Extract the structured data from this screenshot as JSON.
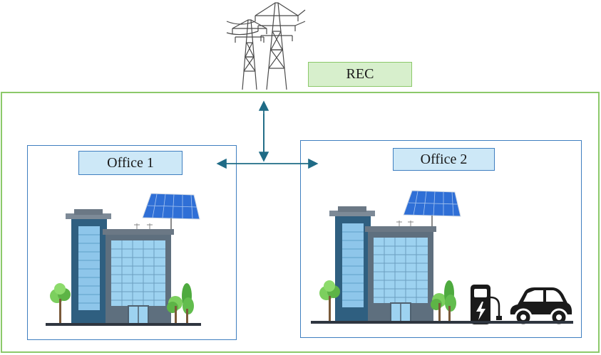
{
  "rec": {
    "label": "REC"
  },
  "offices": [
    {
      "label": "Office 1"
    },
    {
      "label": "Office 2"
    }
  ],
  "colors": {
    "community_border": "#8cc96a",
    "office_border": "#3f7fc0",
    "label_fill": "#cde8f7",
    "rec_fill": "#d7efcc",
    "arrow": "#1f6b86"
  },
  "icons": [
    "power-pylon-icon",
    "solar-panel-icon",
    "office-building-icon",
    "tree-icon",
    "ev-charger-icon",
    "electric-car-icon"
  ]
}
